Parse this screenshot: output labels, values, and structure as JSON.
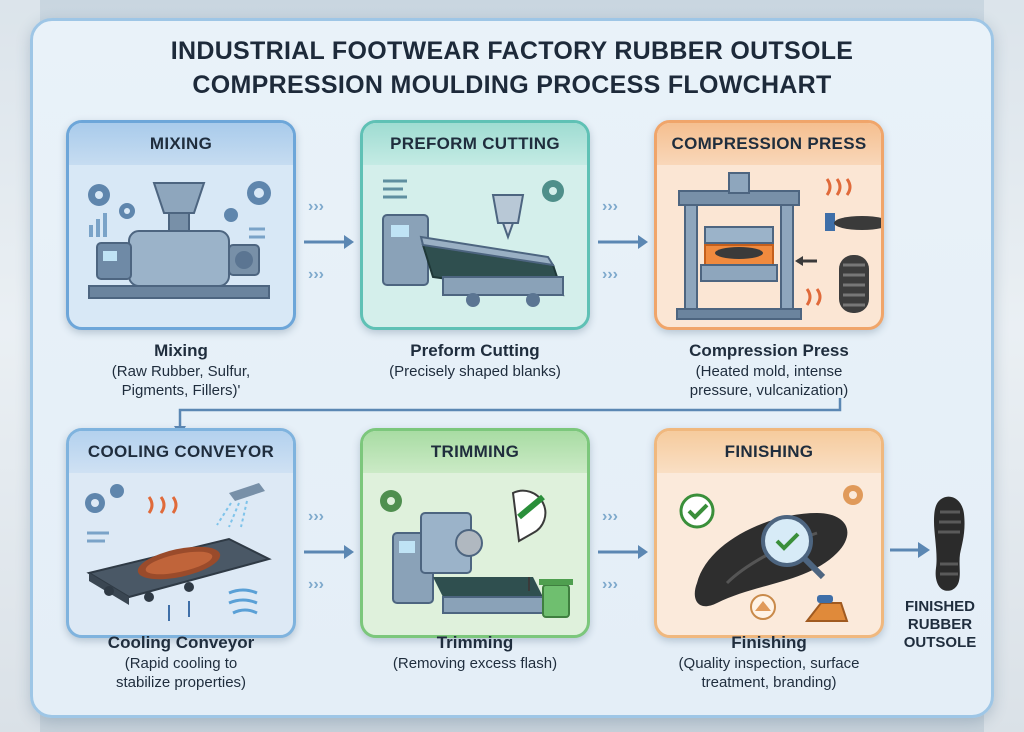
{
  "title": "INDUSTRIAL FOOTWEAR FACTORY RUBBER OUTSOLE\nCOMPRESSION MOULDING PROCESS FLOWCHART",
  "title_line1": "INDUSTRIAL FOOTWEAR FACTORY RUBBER OUTSOLE",
  "title_line2": "COMPRESSION MOULDING PROCESS FLOWCHART",
  "steps": [
    {
      "header": "MIXING",
      "name": "Mixing",
      "desc_line1": "(Raw Rubber, Sulfur,",
      "desc_line2": "Pigments, Fillers)'"
    },
    {
      "header": "PREFORM CUTTING",
      "name": "Preform Cutting",
      "desc_line1": "(Precisely shaped blanks)",
      "desc_line2": ""
    },
    {
      "header": "COMPRESSION PRESS",
      "name": "Compression Press",
      "desc_line1": "(Heated mold, intense",
      "desc_line2": "pressure, vulcanization)"
    },
    {
      "header": "COOLING CONVEYOR",
      "name": "Cooling Conveyor",
      "desc_line1": "(Rapid cooling to",
      "desc_line2": "stabilize properties)"
    },
    {
      "header": "TRIMMING",
      "name": "Trimming",
      "desc_line1": "(Removing excess flash)",
      "desc_line2": ""
    },
    {
      "header": "FINISHING",
      "name": "Finishing",
      "desc_line1": "(Quality inspection, surface",
      "desc_line2": "treatment, branding)"
    }
  ],
  "final": {
    "line1": "FINISHED",
    "line2": "RUBBER",
    "line3": "OUTSOLE"
  },
  "colors": {
    "arrow": "#5b87b3",
    "accent_blue": "#6da6d9",
    "accent_teal": "#5fc1b5",
    "accent_orange": "#f0a56a",
    "accent_green": "#7cc77c"
  },
  "icons": [
    "gear-icon",
    "mixer-machine-icon",
    "cutting-machine-icon",
    "hydraulic-press-icon",
    "heat-waves-icon",
    "tread-icon",
    "conveyor-icon",
    "shower-icon",
    "wind-icon",
    "trimming-machine-icon",
    "trash-bin-icon",
    "checkmark-icon",
    "magnifier-icon",
    "iron-icon",
    "boot-sole-icon"
  ]
}
